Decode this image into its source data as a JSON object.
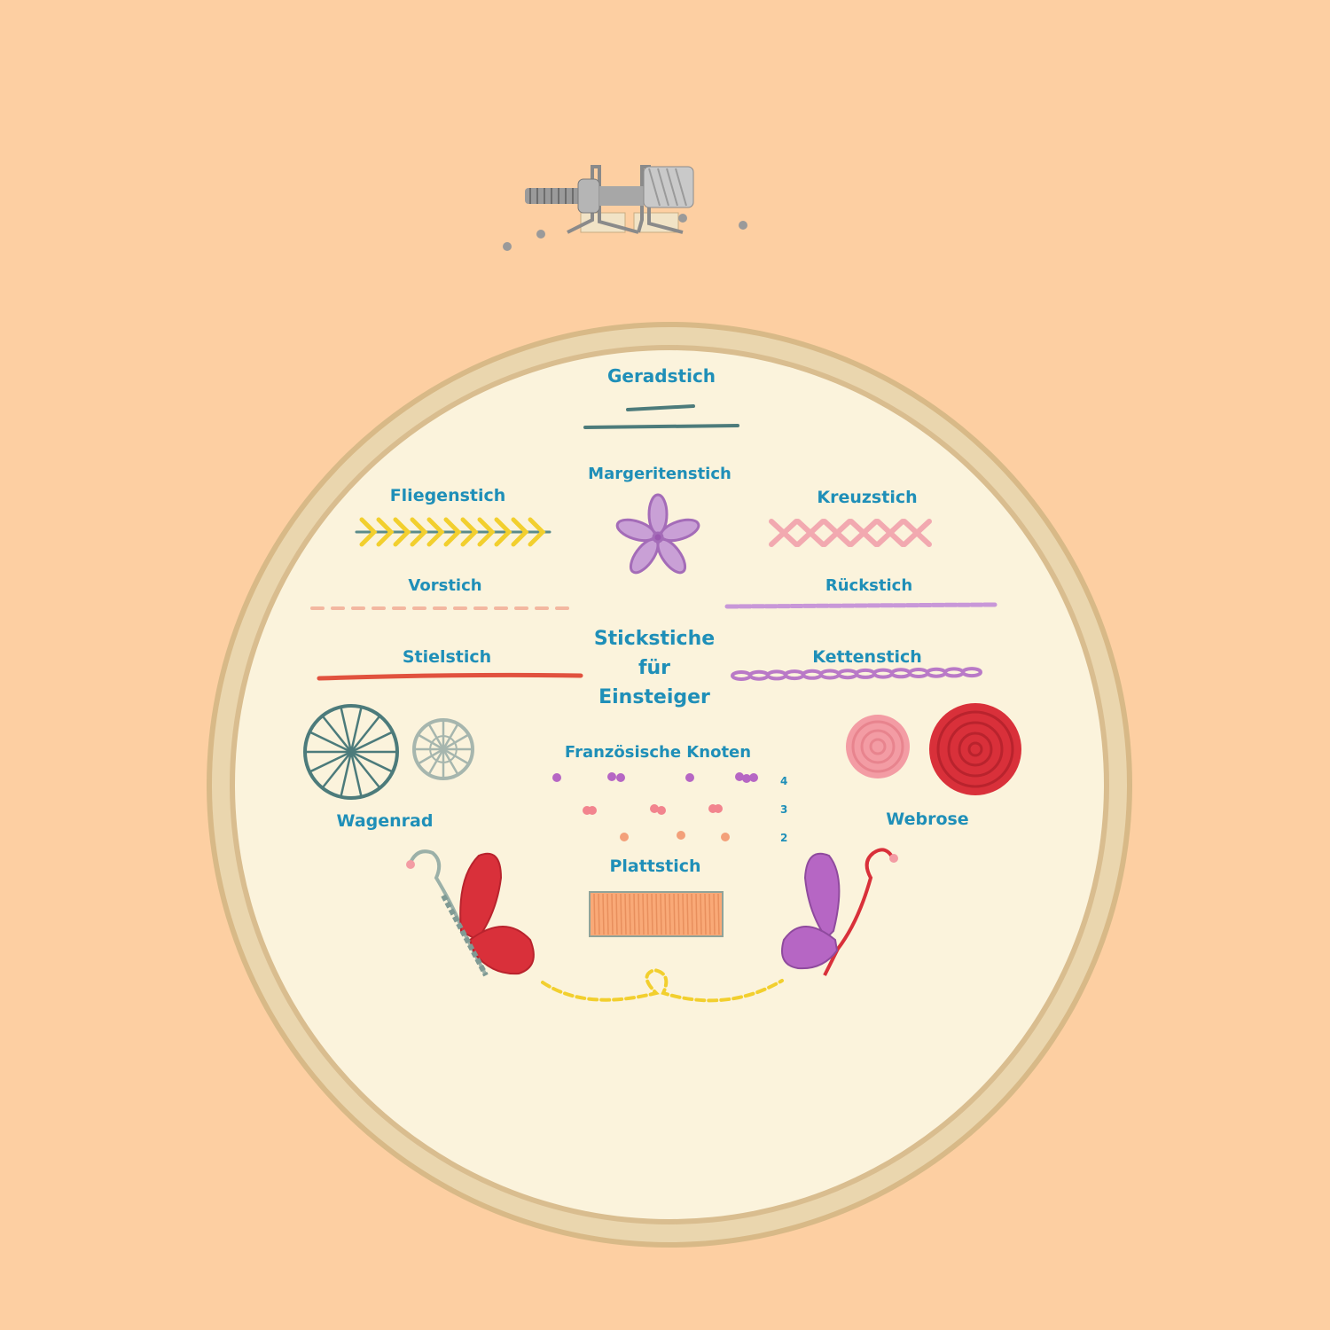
{
  "labels": {
    "geradstich": "Geradstich",
    "margeritenstich": "Margeritenstich",
    "fliegenstich": "Fliegenstich",
    "kreuzstich": "Kreuzstich",
    "vorstich": "Vorstich",
    "rueckstich": "Rückstich",
    "stielstich": "Stielstich",
    "kettenstich": "Kettenstich",
    "title_line1": "Stickstiche",
    "title_line2": "für",
    "title_line3": "Einsteiger",
    "franzoesische_knoten": "Französische Knoten",
    "wagenrad": "Wagenrad",
    "webrose": "Webrose",
    "plattstich": "Plattstich",
    "knot_count_4": "4",
    "knot_count_3": "3",
    "knot_count_2": "2"
  },
  "colors": {
    "background": "#fdcfa2",
    "fabric": "#fbf3dc",
    "hoop_wood": "#e6cfa4",
    "label_blue": "#1f8fb8",
    "teal_thread": "#4c7b7b",
    "yellow_thread": "#f2cf2e",
    "lilac_thread": "#b682c9",
    "pink_thread": "#f2a9b0",
    "red_thread": "#d9303a",
    "peach_thread": "#f9a977",
    "purple_thread": "#b666c4"
  }
}
